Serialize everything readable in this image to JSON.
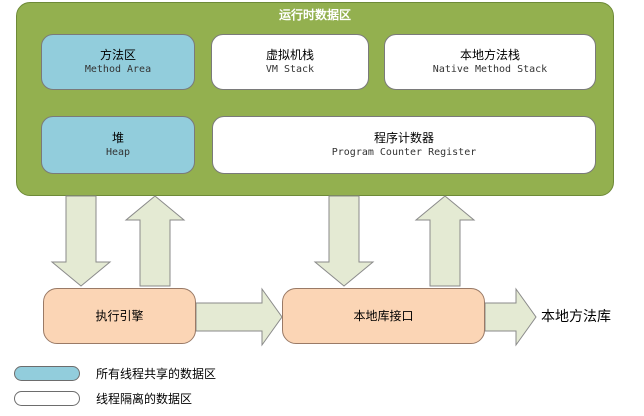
{
  "runtime_area": {
    "title": "运行时数据区"
  },
  "areas": {
    "method_area": {
      "cn": "方法区",
      "en": "Method Area"
    },
    "vm_stack": {
      "cn": "虚拟机栈",
      "en": "VM Stack"
    },
    "native_method_stack": {
      "cn": "本地方法栈",
      "en": "Native Method Stack"
    },
    "heap": {
      "cn": "堆",
      "en": "Heap"
    },
    "pc_register": {
      "cn": "程序计数器",
      "en": "Program Counter Register"
    }
  },
  "components": {
    "execution_engine": "执行引擎",
    "native_interface": "本地库接口",
    "native_library": "本地方法库"
  },
  "legend": {
    "shared": "所有线程共享的数据区",
    "isolated": "线程隔离的数据区"
  },
  "colors": {
    "runtime_bg": "#93b04f",
    "shared_bg": "#92cddc",
    "private_bg": "#ffffff",
    "engine_bg": "#fbd5b5",
    "arrow_fill": "#e4ead3"
  }
}
